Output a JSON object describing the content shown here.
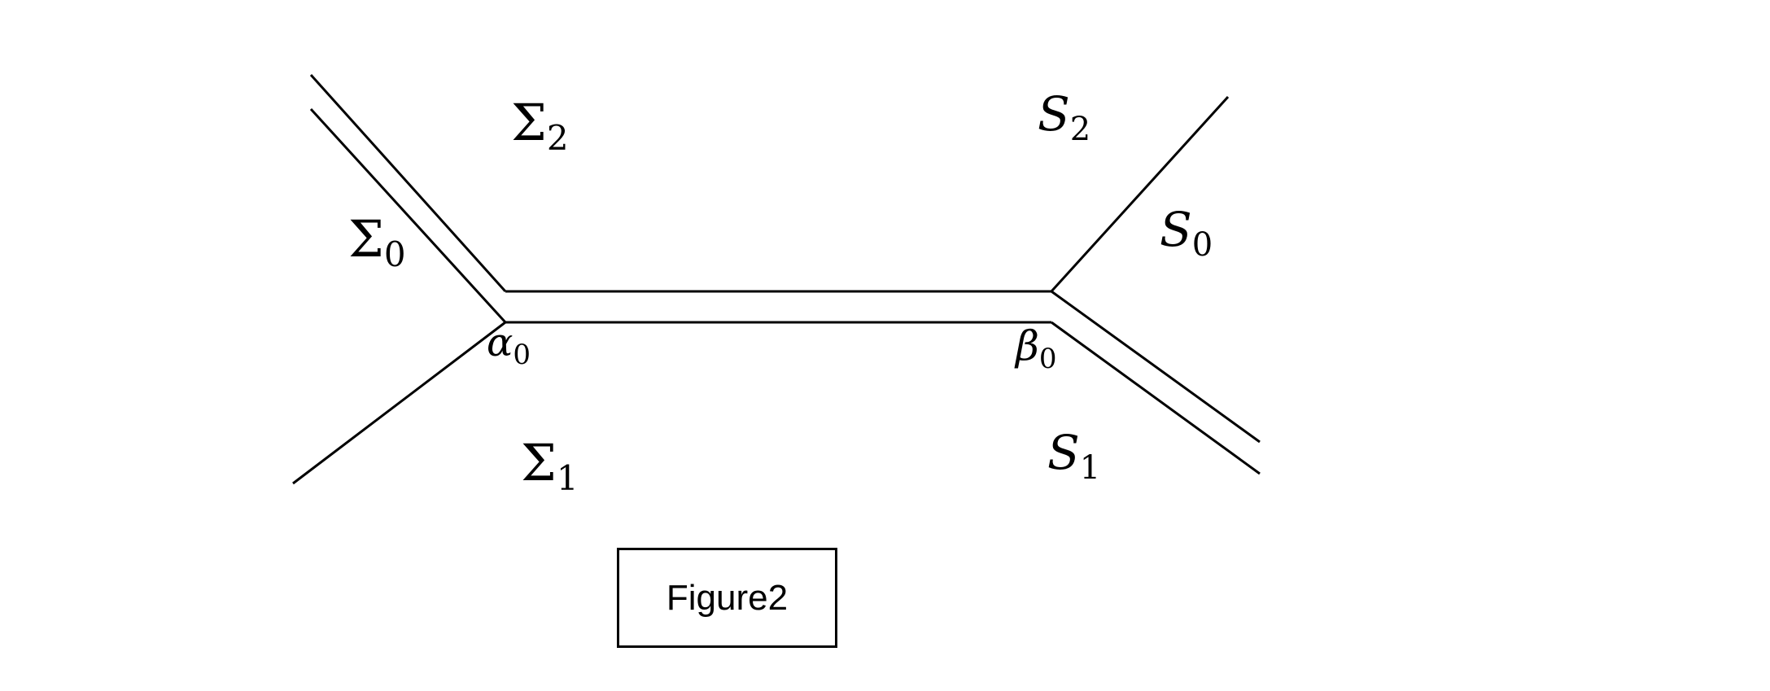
{
  "figure": {
    "caption": "Figure2",
    "colors": {
      "line": "#000000",
      "background": "#ffffff"
    },
    "labels": {
      "sigma2": {
        "base": "Σ",
        "sub": "2"
      },
      "sigma0": {
        "base": "Σ",
        "sub": "0"
      },
      "sigma1": {
        "base": "Σ",
        "sub": "1"
      },
      "alpha0": {
        "base": "α",
        "sub": "0"
      },
      "s2": {
        "base": "S",
        "sub": "2"
      },
      "s0": {
        "base": "S",
        "sub": "0"
      },
      "s1": {
        "base": "S",
        "sub": "1"
      },
      "beta0": {
        "base": "β",
        "sub": "0"
      }
    }
  }
}
